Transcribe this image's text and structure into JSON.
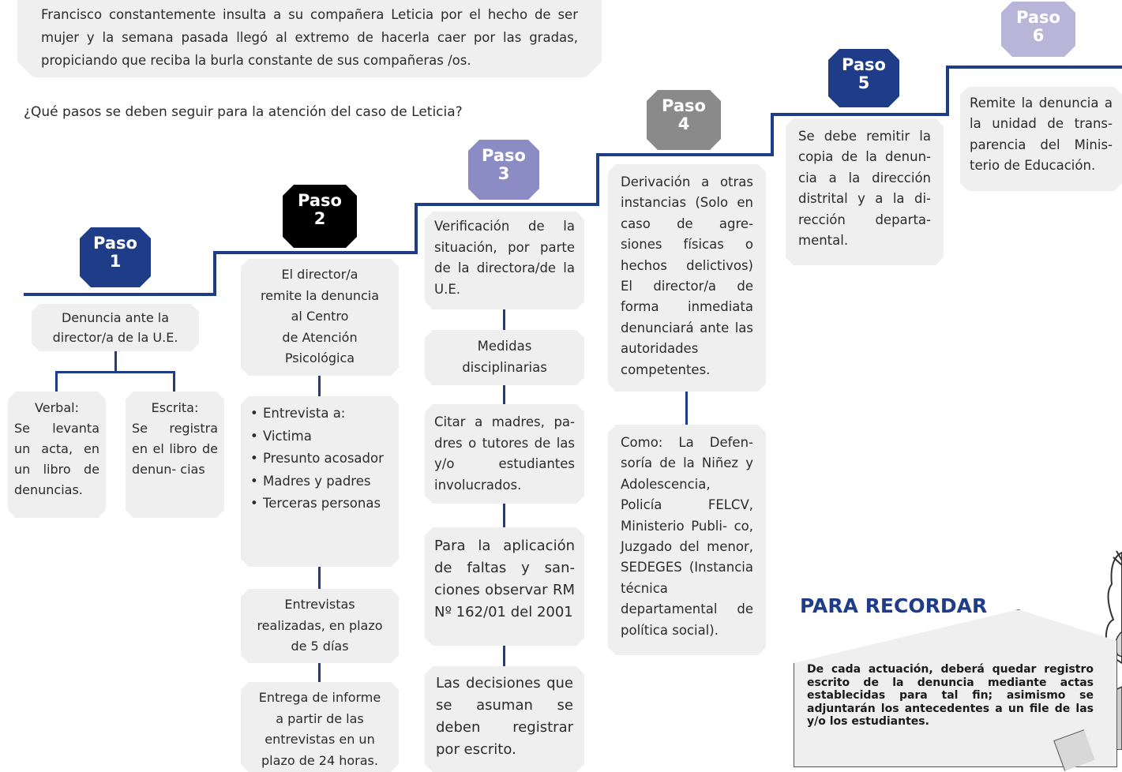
{
  "intro": {
    "case_text": "Francisco constantemente insulta a su compañera Leticia por el hecho de ser mujer y la semana pasada llegó al extremo de hacerla caer por las gradas, propiciando que reciba la burla constante de sus compañeras /os.",
    "question": "¿Qué  pasos se deben seguir para la atención del caso de Leticia?"
  },
  "colors": {
    "line": "#1f3c88",
    "step1": "#1f3c88",
    "step2": "#000000",
    "step3": "#8c8cc4",
    "step4": "#8a8a8a",
    "step5": "#1f3c88",
    "step6": "#b9b5d8",
    "box": "#efeff0",
    "reminder_title": "#1f3c88"
  },
  "steps": [
    {
      "word": "Paso",
      "num": "1"
    },
    {
      "word": "Paso",
      "num": "2"
    },
    {
      "word": "Paso",
      "num": "3"
    },
    {
      "word": "Paso",
      "num": "4"
    },
    {
      "word": "Paso",
      "num": "5"
    },
    {
      "word": "Paso",
      "num": "6"
    }
  ],
  "step1": {
    "main": "Denuncia ante la director/a de la U.E.",
    "verbal_title": "Verbal:",
    "verbal_text": "Se levanta un acta, en un libro de denuncias.",
    "escrita_title": "Escrita:",
    "escrita_text": "Se registra en el libro de denun- cias"
  },
  "step2": {
    "main": [
      "El director/a",
      "remite la denuncia",
      "al  Centro",
      "de Atención",
      "Psicológica"
    ],
    "interview_title": "Entrevista a:",
    "interview_items": [
      "Victima",
      "Presunto acosador",
      "Madres y padres",
      "Terceras personas"
    ],
    "done": [
      "Entrevistas",
      "realizadas, en plazo",
      "de 5 días"
    ],
    "report": [
      "Entrega de informe",
      "a partir de las",
      "entrevistas en un",
      "plazo de 24 horas."
    ]
  },
  "step3": {
    "main": "Verificación de la situación, por parte de la directora/de la U.E.",
    "measures": [
      "Medidas",
      "disciplinarias"
    ],
    "cite": "Citar a madres, pa- dres o tutores de las y/o estudiantes involucrados.",
    "apply": "Para la aplicación de faltas y san- ciones observar RM Nº 162/01 del 2001",
    "decisions": "Las decisiones que se asuman se deben registrar por escrito."
  },
  "step4": {
    "main": "Derivación a otras instancias (Solo en caso de agre- siones físicas o hechos delictivos) El director/a de forma inmediata denunciará ante las autoridades competentes.",
    "entities": "Como: La Defen- soría de la Niñez y Adolescencia, Policía FELCV, Ministerio Publi- co, Juzgado del menor, SEDEGES (Instancia técnica departamental de política social)."
  },
  "step5": {
    "main": "Se debe remitir la copia de la denun- cia a la dirección distrital y a la di- rección departa- mental."
  },
  "step6": {
    "main": "Remite la denuncia a la unidad de trans- parencia del Minis- terio de Educación."
  },
  "reminder": {
    "title": "PARA RECORDAR",
    "text": "De cada actuación, deberá quedar registro escrito de la denuncia mediante actas establecidas para tal fin; asimismo se adjuntarán los antecedentes a un file de las y/o los estudiantes."
  }
}
